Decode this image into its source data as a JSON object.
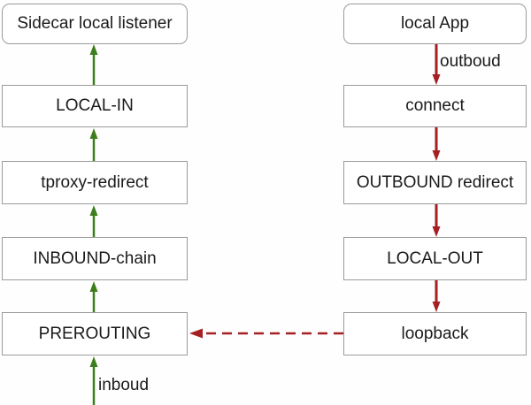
{
  "colors": {
    "inbound-arrow": "#3e7d1c",
    "outbound-arrow": "#a52022",
    "box-border": "#9b9b9b",
    "text": "#1a1a1a",
    "background": "#fefefe"
  },
  "diagram": {
    "inbound_path": {
      "direction": "up",
      "entry_arrow_label": "inboud",
      "nodes": [
        {
          "label": "Sidecar local listener"
        },
        {
          "label": "LOCAL-IN"
        },
        {
          "label": "tproxy-redirect"
        },
        {
          "label": "INBOUND-chain"
        },
        {
          "label": "PREROUTING"
        }
      ]
    },
    "outbound_path": {
      "direction": "down",
      "first_arrow_label": "outboud",
      "nodes": [
        {
          "label": "local App"
        },
        {
          "label": "connect"
        },
        {
          "label": "OUTBOUND redirect"
        },
        {
          "label": "LOCAL-OUT"
        },
        {
          "label": "loopback"
        }
      ]
    },
    "loopback_edge": {
      "from": "loopback",
      "to": "PREROUTING",
      "style": "dashed"
    }
  }
}
